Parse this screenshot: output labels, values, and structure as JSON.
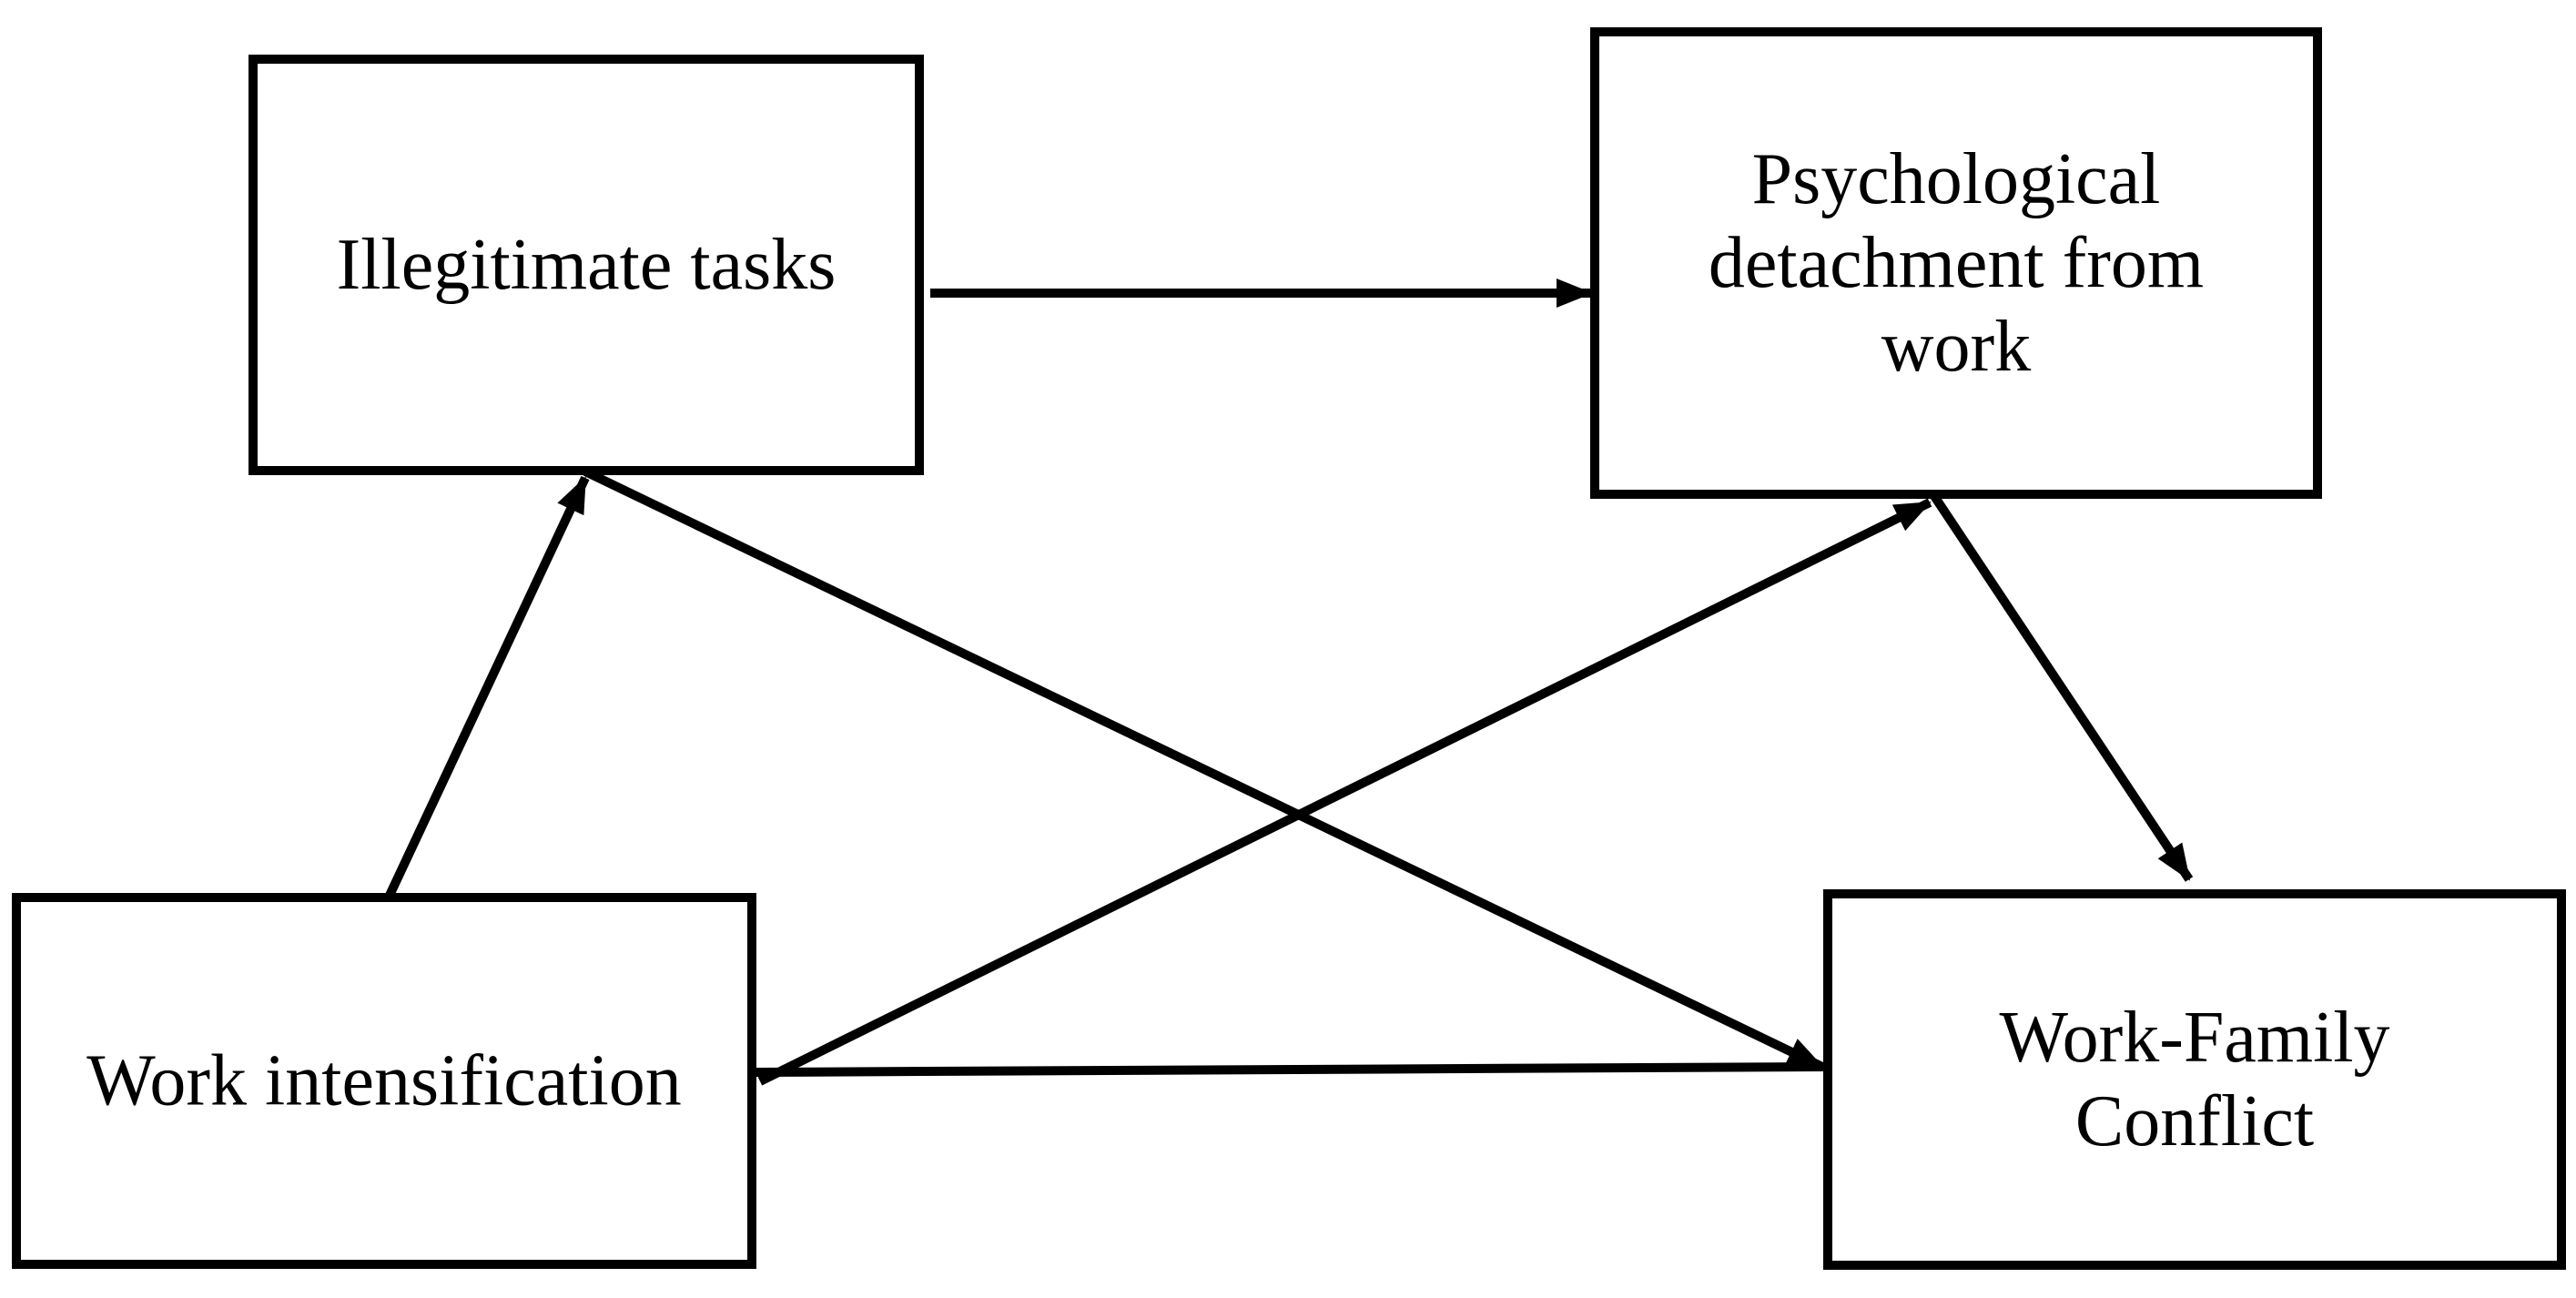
{
  "diagram": {
    "nodes": [
      {
        "id": "illegitimate_tasks",
        "lines": [
          "Illegitimate tasks"
        ]
      },
      {
        "id": "psychological_detachment",
        "lines": [
          "Psychological",
          "detachment from",
          "work"
        ]
      },
      {
        "id": "work_intensification",
        "lines": [
          "Work intensification"
        ]
      },
      {
        "id": "work_family_conflict",
        "lines": [
          "Work-Family",
          "Conflict"
        ]
      }
    ],
    "edges": [
      {
        "from": "illegitimate_tasks",
        "to": "psychological_detachment"
      },
      {
        "from": "work_intensification",
        "to": "illegitimate_tasks"
      },
      {
        "from": "illegitimate_tasks",
        "to": "work_family_conflict"
      },
      {
        "from": "work_intensification",
        "to": "psychological_detachment"
      },
      {
        "from": "psychological_detachment",
        "to": "work_family_conflict"
      },
      {
        "from": "work_intensification",
        "to": "work_family_conflict"
      }
    ],
    "colors": {
      "stroke": "#000000",
      "fill": "#ffffff",
      "text": "#000000"
    }
  }
}
